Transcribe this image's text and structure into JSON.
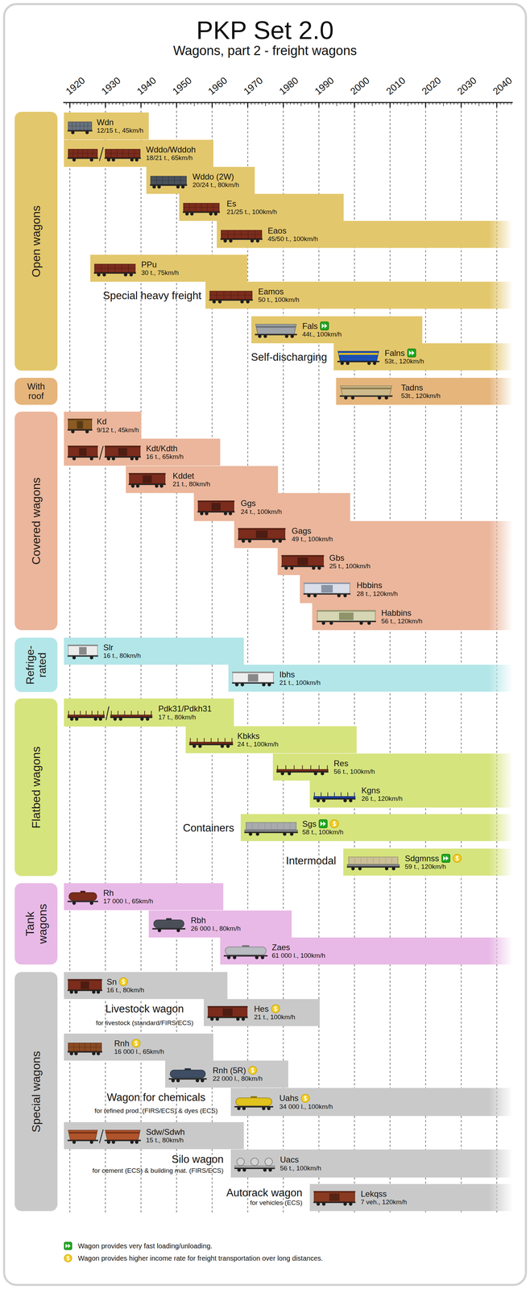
{
  "diagram": {
    "title": "PKP Set 2.0",
    "nodes": [
      {
        "text": [
          "Open wagons"
        ]
      },
      {
        "text": [
          "Wdn",
          "12/15 t., 45km/h"
        ]
      },
      {
        "text": [
          "Wddo/Wddoh",
          "18/21 t., 65km/h"
        ]
      },
      {
        "text": [
          "Wddo (2W)",
          "20/24 t., 80km/h"
        ]
      },
      {
        "text": [
          "Es",
          "21/25 t., 100km/h"
        ]
      },
      {
        "text": [
          "Eaos",
          "45/50 t., 100km/h"
        ]
      },
      {
        "text": [
          "PPu",
          "30 t., 75km/h"
        ]
      },
      {
        "text": [
          "Eamos",
          "50 t., 100km/h"
        ]
      },
      {
        "text": [
          "Fals",
          "44t., 100km/h"
        ]
      },
      {
        "text": [
          "Falns",
          "53t., 120km/h"
        ]
      },
      {
        "text": [
          "With roof"
        ]
      },
      {
        "text": [
          "Tadns",
          "53t., 120km/h"
        ]
      },
      {
        "text": [
          "Covered wagons"
        ]
      },
      {
        "text": [
          "Kd",
          "9/12 t., 45km/h"
        ]
      },
      {
        "text": [
          "Kdt/Kdth",
          "16 t., 65km/h"
        ]
      },
      {
        "text": [
          "Kddet",
          "21 t., 80km/h"
        ]
      },
      {
        "text": [
          "Ggs",
          "24 t., 100km/h"
        ]
      },
      {
        "text": [
          "Gags",
          "49 t., 100km/h"
        ]
      },
      {
        "text": [
          "Gbs",
          "25 t., 100km/h"
        ]
      },
      {
        "text": [
          "Hbbins",
          "28 t., 120km/h"
        ]
      },
      {
        "text": [
          "Habbins",
          "56 t., 120km/h"
        ]
      },
      {
        "text": [
          "Refrige- rated"
        ]
      },
      {
        "text": [
          "Slr",
          "16 t., 80km/h"
        ]
      },
      {
        "text": [
          "Ibhs",
          "21 t., 100km/h"
        ]
      },
      {
        "text": [
          "Flatbed wagons"
        ]
      },
      {
        "text": [
          "Pdk31/Pdkh31",
          "17 t., 80km/h"
        ]
      },
      {
        "text": [
          "Kbkks",
          "24 t., 100km/h"
        ]
      },
      {
        "text": [
          "Res",
          "56 t., 100km/h"
        ]
      },
      {
        "text": [
          "Kgns",
          "26 t., 120km/h"
        ]
      },
      {
        "text": [
          "Sgs",
          "58 t., 100km/h"
        ]
      },
      {
        "text": [
          "Sdgmnss",
          "59 t., 120km/h"
        ]
      },
      {
        "text": [
          "Tank wagons"
        ]
      },
      {
        "text": [
          "Rh",
          "17 000 l., 65km/h"
        ]
      },
      {
        "text": [
          "Rbh",
          "26 000 l., 80km/h"
        ]
      },
      {
        "text": [
          "Zaes",
          "61 000 l., 100km/h"
        ]
      },
      {
        "text": [
          "Special wagons"
        ]
      },
      {
        "text": [
          "Sn",
          "16 t., 80km/h"
        ]
      },
      {
        "text": [
          "Hes",
          "21 t., 100km/h"
        ]
      },
      {
        "text": [
          "Rnh",
          "16 000 l., 65km/h"
        ]
      },
      {
        "text": [
          "Rnh (5R)",
          "22 000 l., 80km/h"
        ]
      },
      {
        "text": [
          "Uahs",
          "34 000 l., 100km/h"
        ]
      },
      {
        "text": [
          "Sdw/Sdwh",
          "15 t., 80km/h"
        ]
      },
      {
        "text": [
          "Uacs",
          "56 t., 100km/h"
        ]
      },
      {
        "text": [
          "Lekqss",
          "7 veh., 120km/h"
        ]
      }
    ],
    "labels": [
      "Wagons, part 2 - freight wagons",
      "1920",
      "1930",
      "1940",
      "1950",
      "1960",
      "1970",
      "1980",
      "1990",
      "2000",
      "2010",
      "2020",
      "2030",
      "2040",
      "Special heavy freight",
      "Self-discharging",
      "Containers",
      "Intermodal",
      "Livestock wagon",
      "for livestock (standard/FIRS/ECS)",
      "Wagon for chemicals",
      "for refined prod. (FIRS/ECS) & dyes (ECS)",
      "Silo wagon",
      "for cement (ECS) & building mat. (FIRS/ECS)",
      "Autorack wagon",
      "for vehicles (ECS)"
    ],
    "legend": [
      {
        "text": "Wagon provides very fast loading/unloading."
      },
      {
        "text": "Wagon provides higher income rate for freight transportation over long distances."
      }
    ]
  }
}
